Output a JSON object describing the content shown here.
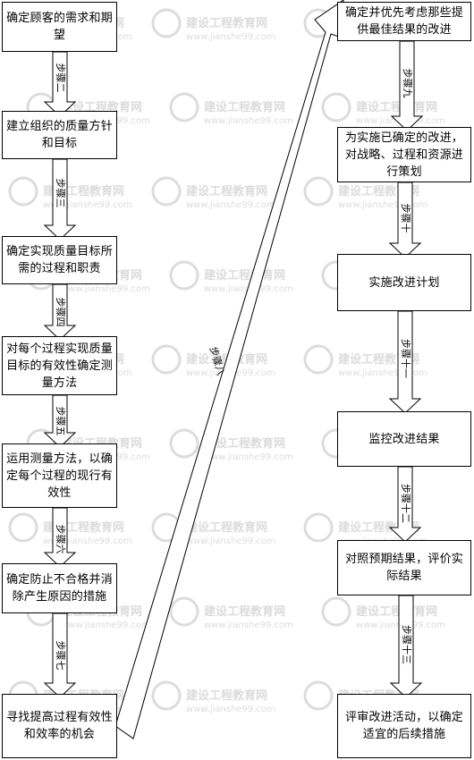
{
  "watermark": {
    "cn": "建设工程教育网",
    "url": "www.jianshe99.com",
    "color": "#dcdcdc"
  },
  "flow": {
    "box1": "确定顾客的需求和期望",
    "box2": "建立组织的质量方针和目标",
    "box3": "确定实现质量目标所需的过程和职责",
    "box4": "对每个过程实现质量目标的有效性确定测量方法",
    "box5": "运用测量方法，以确定每个过程的现行有效性",
    "box6": "确定防止不合格并消除产生原因的措施",
    "box7": "寻找提高过程有效性和效率的机会",
    "box8": "确定并优先考虑那些提供最佳结果的改进",
    "box9": "为实施已确定的改进，对战略、过程和资源进行策划",
    "box10": "实施改进计划",
    "box11": "监控改进结果",
    "box12": "对照预期结果，评价实际结果",
    "box13": "评审改进活动，以确定适宜的后续措施"
  },
  "steps": {
    "s2": "步骤二",
    "s3": "步骤三",
    "s4": "步骤四",
    "s5": "步骤五",
    "s6": "步骤六",
    "s7": "步骤七",
    "s8": "步骤八",
    "s9": "步骤九",
    "s10": "步骤十",
    "s11": "步骤十一",
    "s12": "步骤十二",
    "s13": "步骤十三"
  }
}
